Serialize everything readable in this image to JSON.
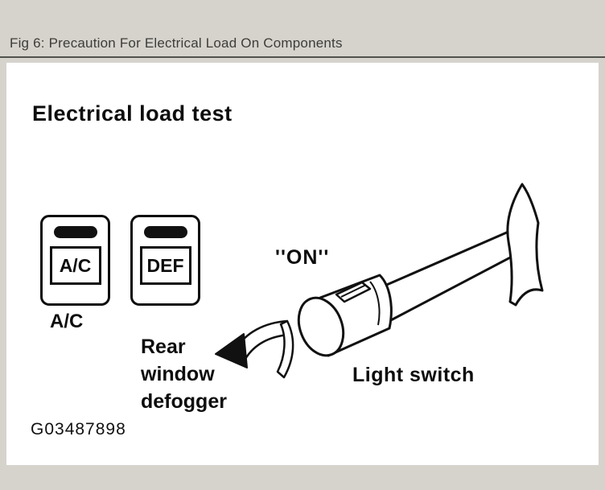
{
  "caption_bar": {
    "title": "Fig 6: Precaution For Electrical Load On Components"
  },
  "figure": {
    "title": "Electrical load test",
    "switches": [
      {
        "label": "A/C"
      },
      {
        "label": "DEF"
      }
    ],
    "ac_caption": "A/C",
    "on_label": "''ON''",
    "rear_defogger_label": "Rear\nwindow\ndefogger",
    "light_switch_label": "Light switch",
    "reference_number": "G03487898"
  },
  "colors": {
    "background": "#d6d3cd",
    "panel": "#ffffff",
    "ink": "#111111",
    "caption_text": "#3d3d38",
    "divider": "#52524c"
  }
}
